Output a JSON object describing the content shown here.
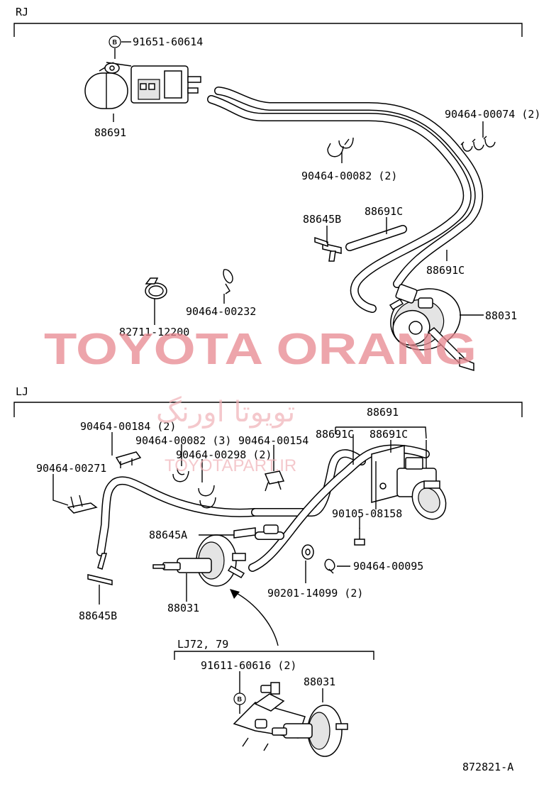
{
  "sections": {
    "rj": {
      "title": "RJ"
    },
    "lj": {
      "title": "LJ"
    },
    "sub": {
      "title": "LJ72, 79"
    }
  },
  "rj_labels": {
    "p91651": "91651-60614",
    "p88691": "88691",
    "p90464_00074": "90464-00074 (2)",
    "p90464_00082": "90464-00082 (2)",
    "p88645B": "88645B",
    "p88691C_a": "88691C",
    "p88691C_b": "88691C",
    "p88031": "88031",
    "p82711": "82711-12200",
    "p90464_00232": "90464-00232"
  },
  "lj_labels": {
    "p88691": "88691",
    "p88691C_a": "88691C",
    "p88691C_b": "88691C",
    "p90464_00184": "90464-00184 (2)",
    "p90464_00082": "90464-00082 (3)",
    "p90464_00154": "90464-00154",
    "p90464_00298": "90464-00298 (2)",
    "p90464_00271": "90464-00271",
    "p90105": "90105-08158",
    "p88645A": "88645A",
    "p90464_00095": "90464-00095",
    "p88031": "88031",
    "p90201": "90201-14099 (2)",
    "p88645B": "88645B"
  },
  "sub_labels": {
    "p91611": "91611-60616 (2)",
    "p88031": "88031"
  },
  "bolt_marker": "B",
  "watermark": {
    "main": "TOYOTA ORANG",
    "persian": "تویوتا اورنگ",
    "site": "TOYOTAPART.IR"
  },
  "figure_code": "872821-A"
}
